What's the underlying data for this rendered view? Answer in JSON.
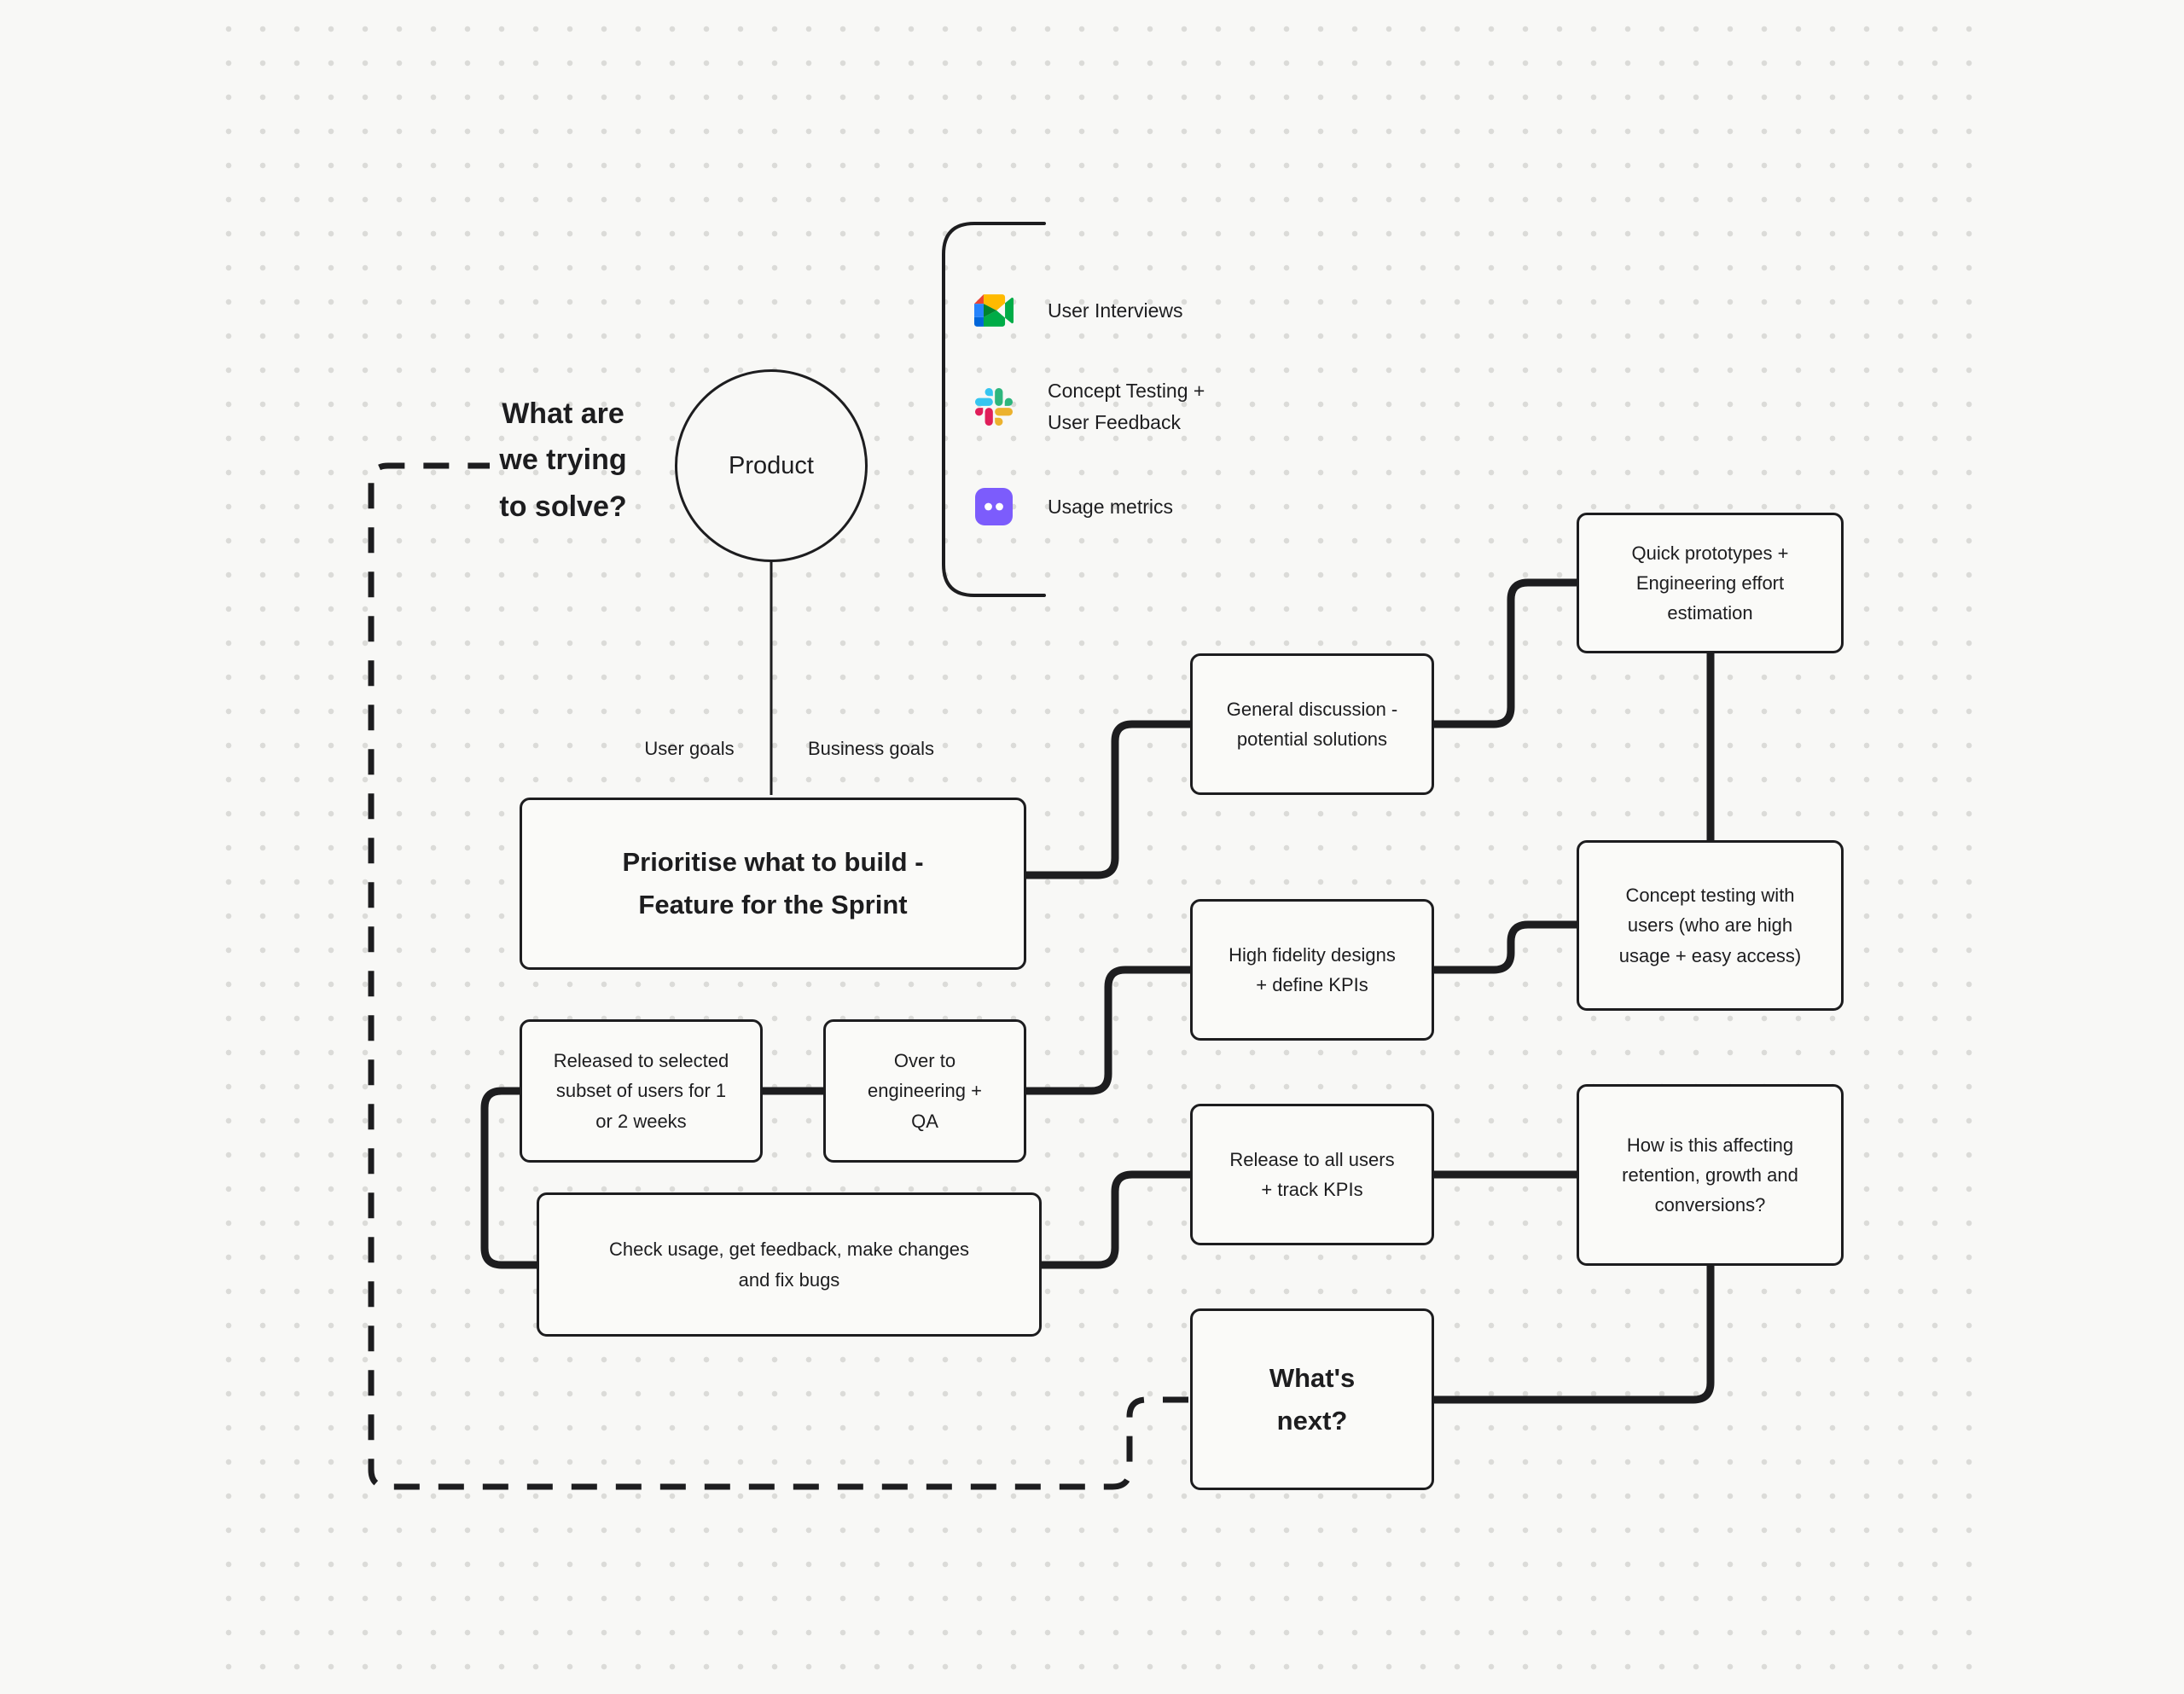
{
  "question": "What are\nwe trying\nto solve?",
  "edge_labels": {
    "user_goals": "User goals",
    "business_goals": "Business goals"
  },
  "legend": {
    "items": [
      {
        "icon": "google-meet-icon",
        "label": "User Interviews"
      },
      {
        "icon": "slack-icon",
        "label": "Concept Testing +\nUser Feedback"
      },
      {
        "icon": "usage-metrics-icon",
        "label": "Usage metrics"
      }
    ]
  },
  "nodes": {
    "product": "Product",
    "prioritise": "Prioritise what to build -\nFeature for the Sprint",
    "general_discussion": "General discussion -\npotential solutions",
    "quick_prototypes": "Quick prototypes +\nEngineering effort\nestimation",
    "concept_testing": "Concept testing with\nusers (who are high\nusage + easy access)",
    "high_fidelity": "High fidelity designs\n+ define KPIs",
    "over_to_engineering": "Over to\nengineering +\nQA",
    "released_subset": "Released to selected\nsubset of users for 1\nor 2 weeks",
    "check_usage": "Check usage, get feedback, make changes\nand fix bugs",
    "release_all": "Release to all users\n+ track KPIs",
    "how_affecting": "How is this affecting\nretention, growth and\nconversions?",
    "whats_next": "What's\nnext?"
  },
  "colors": {
    "background": "#F8F8F6",
    "stroke": "#1D1D1F",
    "dot_grid": "#DBDBD8",
    "usage_metrics_purple": "#7C5CFC",
    "slack": [
      "#36C5F0",
      "#2EB67D",
      "#ECB22E",
      "#E01E5A"
    ],
    "google_meet": [
      "#EA4335",
      "#2684FC",
      "#0066DA",
      "#FFBA00",
      "#00AC47",
      "#00832D"
    ]
  }
}
